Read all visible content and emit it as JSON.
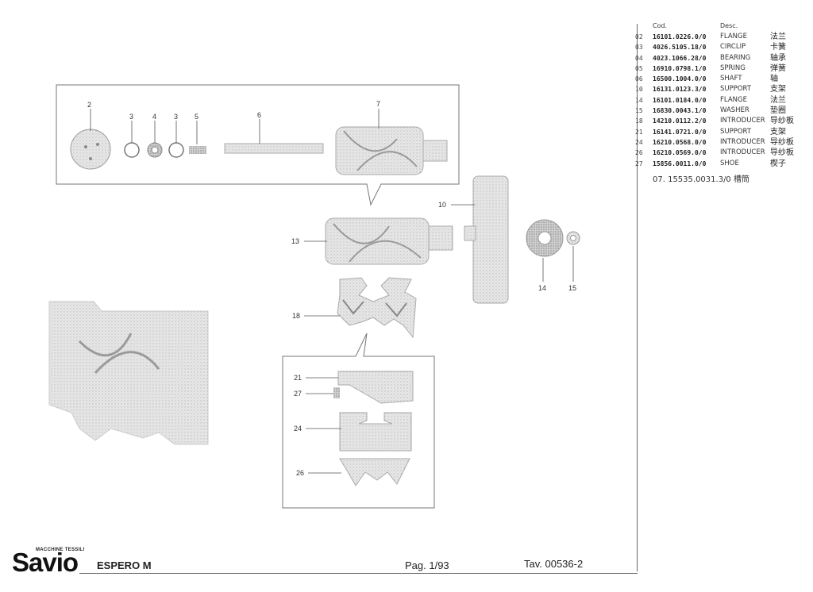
{
  "parts_table": {
    "headers": {
      "code": "Cod.",
      "desc": "Desc."
    },
    "rows": [
      {
        "idx": "02",
        "code": "16101.0226.0/0",
        "desc": "FLANGE",
        "cn": "法兰"
      },
      {
        "idx": "03",
        "code": "4026.5105.18/0",
        "desc": "CIRCLIP",
        "cn": "卡簧"
      },
      {
        "idx": "04",
        "code": "4023.1066.28/0",
        "desc": "BEARING",
        "cn": "轴承"
      },
      {
        "idx": "05",
        "code": "16910.0798.1/0",
        "desc": "SPRING",
        "cn": "弹簧"
      },
      {
        "idx": "06",
        "code": "16500.1004.0/0",
        "desc": "SHAFT",
        "cn": "轴"
      },
      {
        "idx": "10",
        "code": "16131.0123.3/0",
        "desc": "SUPPORT",
        "cn": "支架"
      },
      {
        "idx": "14",
        "code": "16101.0184.0/0",
        "desc": "FLANGE",
        "cn": "法兰"
      },
      {
        "idx": "15",
        "code": "16830.0043.1/0",
        "desc": "WASHER",
        "cn": "垫圈"
      },
      {
        "idx": "18",
        "code": "14210.0112.2/0",
        "desc": "INTRODUCER",
        "cn": "导纱板"
      },
      {
        "idx": "21",
        "code": "16141.0721.0/0",
        "desc": "SUPPORT",
        "cn": "支架"
      },
      {
        "idx": "24",
        "code": "16210.0568.0/0",
        "desc": "INTRODUCER",
        "cn": "导纱板"
      },
      {
        "idx": "26",
        "code": "16210.0569.0/0",
        "desc": "INTRODUCER",
        "cn": "导纱板"
      },
      {
        "idx": "27",
        "code": "15856.0011.0/0",
        "desc": "SHOE",
        "cn": "楔子"
      }
    ],
    "extra_line": "07. 15535.0031.3/0 槽筒"
  },
  "callouts": {
    "c2": "2",
    "c3a": "3",
    "c4": "4",
    "c3b": "3",
    "c5": "5",
    "c6": "6",
    "c7": "7",
    "c10": "10",
    "c13": "13",
    "c14": "14",
    "c15": "15",
    "c18": "18",
    "c21": "21",
    "c27": "27",
    "c24": "24",
    "c26": "26"
  },
  "footer": {
    "brand": "Savio",
    "brand_sub": "MACCHINE TESSILI",
    "model": "ESPERO M",
    "page": "Pag. 1/93",
    "tav": "Tav. 00536-2"
  }
}
